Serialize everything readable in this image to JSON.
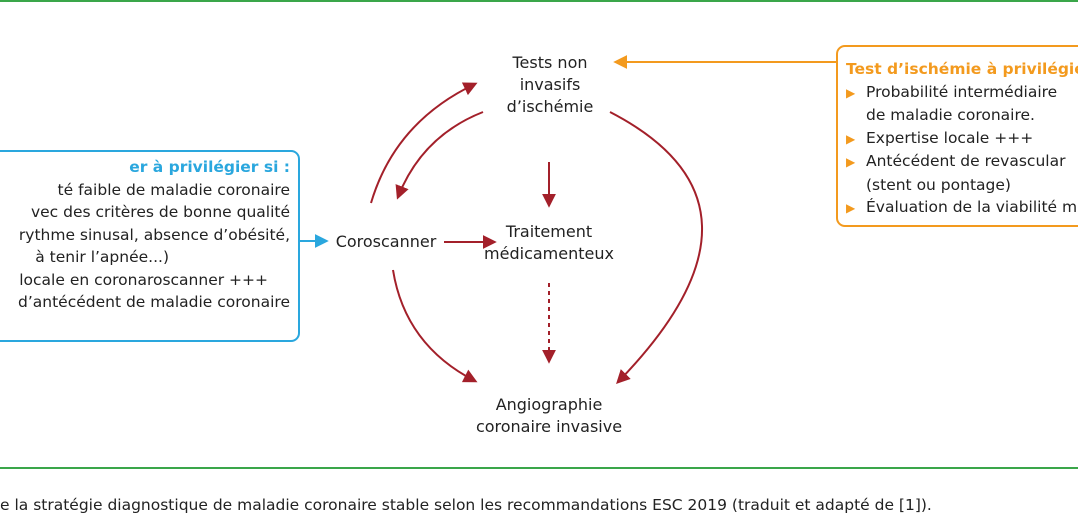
{
  "nodes": {
    "tests": [
      "Tests non",
      "invasifs",
      "d’ischémie"
    ],
    "coroscanner": "Coroscanner",
    "traitement": [
      "Traitement",
      "médicamenteux"
    ],
    "angiographie": [
      "Angiographie",
      "coronaire invasive"
    ]
  },
  "left_box": {
    "title": "er à privilégier si :",
    "lines": [
      "té faible de maladie coronaire",
      "vec des critères de bonne qualité",
      "rythme sinusal, absence d’obésité,",
      "à tenir l’apnée...)",
      " locale en coronaroscanner +++",
      "d’antécédent de maladie coronaire"
    ]
  },
  "right_box": {
    "title": "Test d’ischémie à privilégie",
    "items": [
      "Probabilité intermédiaire",
      "de maladie coronaire.",
      "Expertise locale +++",
      "Antécédent de revascular",
      "(stent ou pontage)",
      "Évaluation de la viabilité m"
    ]
  },
  "caption": "e la stratégie diagnostique de maladie coronaire stable selon les recommandations ESC 2019 (traduit et adapté de [1]).",
  "colors": {
    "rule": "#3aa64a",
    "arrow": "#a3202a",
    "left_accent": "#2aa7de",
    "right_accent": "#f39a1e"
  }
}
